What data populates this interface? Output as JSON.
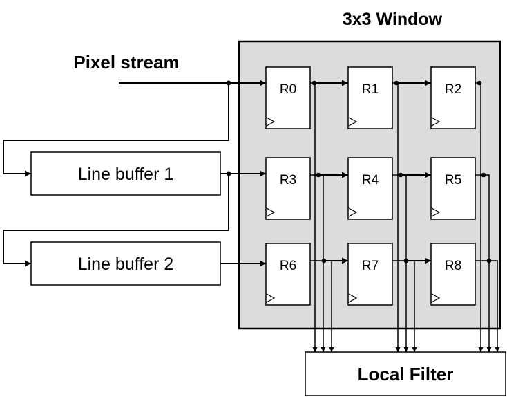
{
  "window": {
    "title": "3x3 Window"
  },
  "input": {
    "label": "Pixel stream"
  },
  "line_buffers": [
    {
      "label": "Line buffer 1"
    },
    {
      "label": "Line buffer 2"
    }
  ],
  "registers": [
    "R0",
    "R1",
    "R2",
    "R3",
    "R4",
    "R5",
    "R6",
    "R7",
    "R8"
  ],
  "output": {
    "label": "Local Filter"
  },
  "colors": {
    "window_bg": "#dcdcdc",
    "stroke": "#000000",
    "box_fill": "#ffffff"
  }
}
